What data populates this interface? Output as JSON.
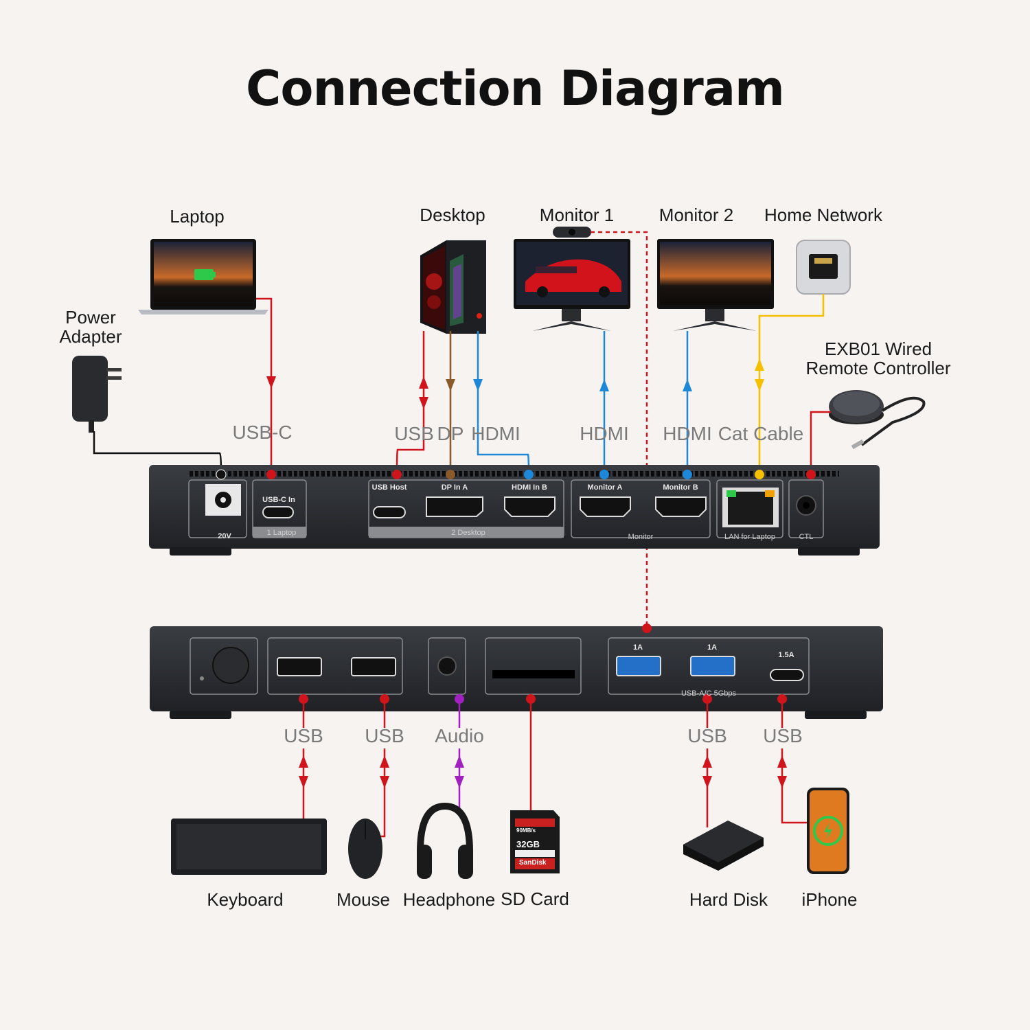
{
  "title": "Connection Diagram",
  "colors": {
    "usb": "#d0141c",
    "dp": "#8a5a2b",
    "hdmi": "#1e88d8",
    "cat": "#f4c000",
    "power": "#111111",
    "audio": "#a020c0",
    "background": "#f7f3f1"
  },
  "devices_top": {
    "laptop": "Laptop",
    "power_adapter": "Power\nAdapter",
    "desktop": "Desktop",
    "monitor1": "Monitor 1",
    "monitor2": "Monitor 2",
    "home_network": "Home Network",
    "remote": "EXB01 Wired\nRemote Controller"
  },
  "cables_top": {
    "usb_c": "USB-C",
    "usb": "USB",
    "dp": "DP",
    "hdmi_desktop": "HDMI",
    "hdmi_monitor1": "HDMI",
    "hdmi_monitor2": "HDMI",
    "cat": "Cat Cable"
  },
  "rear_panel": {
    "power": "20V",
    "usbc_in": "USB-C In",
    "laptop_group": "1 Laptop",
    "usb_host": "USB Host",
    "dp_in": "DP In A",
    "hdmi_in": "HDMI In B",
    "desktop_group": "2 Desktop",
    "monitor_a": "Monitor A",
    "monitor_b": "Monitor B",
    "monitor_group": "Monitor",
    "lan": "LAN for Laptop",
    "ctl": "CTL"
  },
  "front_panel": {
    "usb_a1_rating": "1A",
    "usb_a2_rating": "1A",
    "usb_c_rating": "1.5A",
    "usb_group": "USB-A/C 5Gbps"
  },
  "cables_bottom": {
    "usb_keyboard": "USB",
    "usb_mouse": "USB",
    "audio": "Audio",
    "usb_disk": "USB",
    "usb_iphone": "USB"
  },
  "devices_bottom": {
    "keyboard": "Keyboard",
    "mouse": "Mouse",
    "headphone": "Headphone",
    "sd_card": "SD Card",
    "hard_disk": "Hard Disk",
    "iphone": "iPhone"
  },
  "sd_card_print": {
    "speed": "90MB/s",
    "capacity": "32GB",
    "brand": "SanDisk"
  }
}
